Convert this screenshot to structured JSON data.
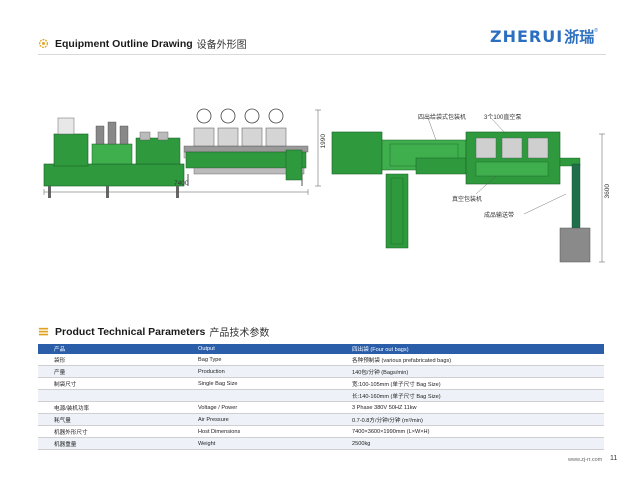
{
  "section1": {
    "title_en": "Equipment Outline Drawing",
    "title_cn": "设备外形图"
  },
  "logo": {
    "latin": "ZHERUI",
    "cn": "浙瑞",
    "tm": "®"
  },
  "drawing": {
    "dim_length": "7400",
    "dim_height": "1990",
    "dim_width": "3600",
    "labels": {
      "packer": "四出给袋式包装机",
      "accessory": "3个100直空泵",
      "vacuum": "真空包装机",
      "conveyor": "成品输送带"
    },
    "colors": {
      "machine_green": "#2e9a3d",
      "frame_grey": "#8a8a8a",
      "dark_green": "#1e6f4a"
    }
  },
  "section2": {
    "title_en": "Product Technical Parameters",
    "title_cn": "产品技术参数"
  },
  "table": {
    "header": [
      "产品",
      "Output",
      "四出袋 (Four out bags)"
    ],
    "rows": [
      [
        "袋形",
        "Bag Type",
        "各种预制袋 (various prefabricated bags)"
      ],
      [
        "产量",
        "Production",
        "140包/分钟 (Bags/min)"
      ],
      [
        "制袋尺寸",
        "Single Bag Size",
        "宽:100-105mm  (单子尺寸 Bag Size)"
      ],
      [
        "",
        "",
        "长:140-160mm  (单子尺寸 Bag Size)"
      ],
      [
        "电源/装机功率",
        "Voltage / Power",
        "3 Phase 380V 50HZ  11kw"
      ],
      [
        "耗气量",
        "Air Pressure",
        "0.7-0.8方/分钟/分钟 (m³/min)"
      ],
      [
        "机器外形尺寸",
        "Host Dimensions",
        "7400×3600×1990mm (L×W×H)"
      ],
      [
        "机器重量",
        "Weight",
        "2500kg"
      ]
    ],
    "header_color": "#2a5ea9"
  },
  "footer": {
    "url": "www.zj-rr.com",
    "page": "11"
  }
}
